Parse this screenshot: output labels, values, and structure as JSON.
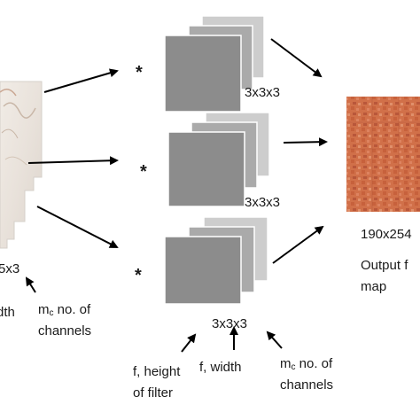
{
  "filters": [
    {
      "op": "*",
      "size_label": "3x3x3"
    },
    {
      "op": "*",
      "size_label": "3x3x3"
    },
    {
      "op": "*",
      "size_label": "3x3x3"
    }
  ],
  "input": {
    "dims_fragment": "5x3",
    "width_fragment": "dth"
  },
  "input_channels": {
    "m": "m",
    "sub": "c",
    "rest": " no. of",
    "line2": "channels"
  },
  "filter_annotations": {
    "height": {
      "line1": "f, height",
      "line2": "of filter"
    },
    "width": {
      "line1": "f, width"
    },
    "channels": {
      "m": "m",
      "sub": "c",
      "rest": " no. of",
      "line2": "channels"
    }
  },
  "output": {
    "dims_fragment": "190x254",
    "label_line1": "Output f",
    "label_line2": "map"
  },
  "colors": {
    "filter_front": "#8c8c8c",
    "filter_mid": "#aaaaaa",
    "filter_back": "#cdcdcd",
    "arrow": "#000000",
    "output_base": "#d2704a"
  }
}
